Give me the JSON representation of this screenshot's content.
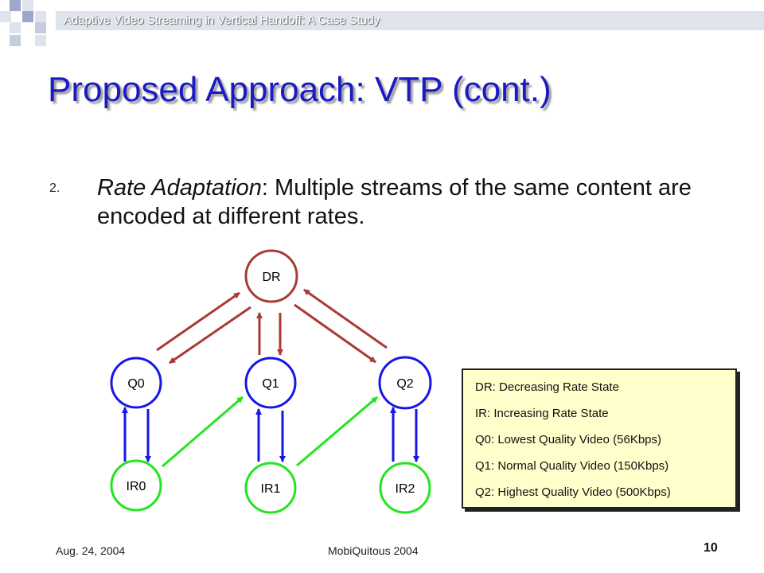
{
  "header": {
    "title": "Adaptive Video Streaming in Vertical Handoff: A Case Study"
  },
  "slide": {
    "title": "Proposed Approach: VTP (cont.)",
    "bullet": {
      "number": "2.",
      "term": "Rate Adaptation",
      "text": ": Multiple streams of the same content are encoded at different rates."
    }
  },
  "diagram": {
    "nodes": {
      "dr": "DR",
      "q0": "Q0",
      "q1": "Q1",
      "q2": "Q2",
      "ir0": "IR0",
      "ir1": "IR1",
      "ir2": "IR2"
    },
    "colors": {
      "decrease": "#a93a35",
      "increase": "#22e51f",
      "up_down": "#1616e8"
    }
  },
  "legend": {
    "items": [
      "DR: Decreasing Rate State",
      "IR: Increasing Rate State",
      "Q0: Lowest Quality Video (56Kbps)",
      "Q1: Normal Quality Video (150Kbps)",
      "Q2: Highest Quality Video (500Kbps)"
    ]
  },
  "footer": {
    "date": "Aug. 24,  2004",
    "conference": "MobiQuitous 2004",
    "page": "10"
  }
}
